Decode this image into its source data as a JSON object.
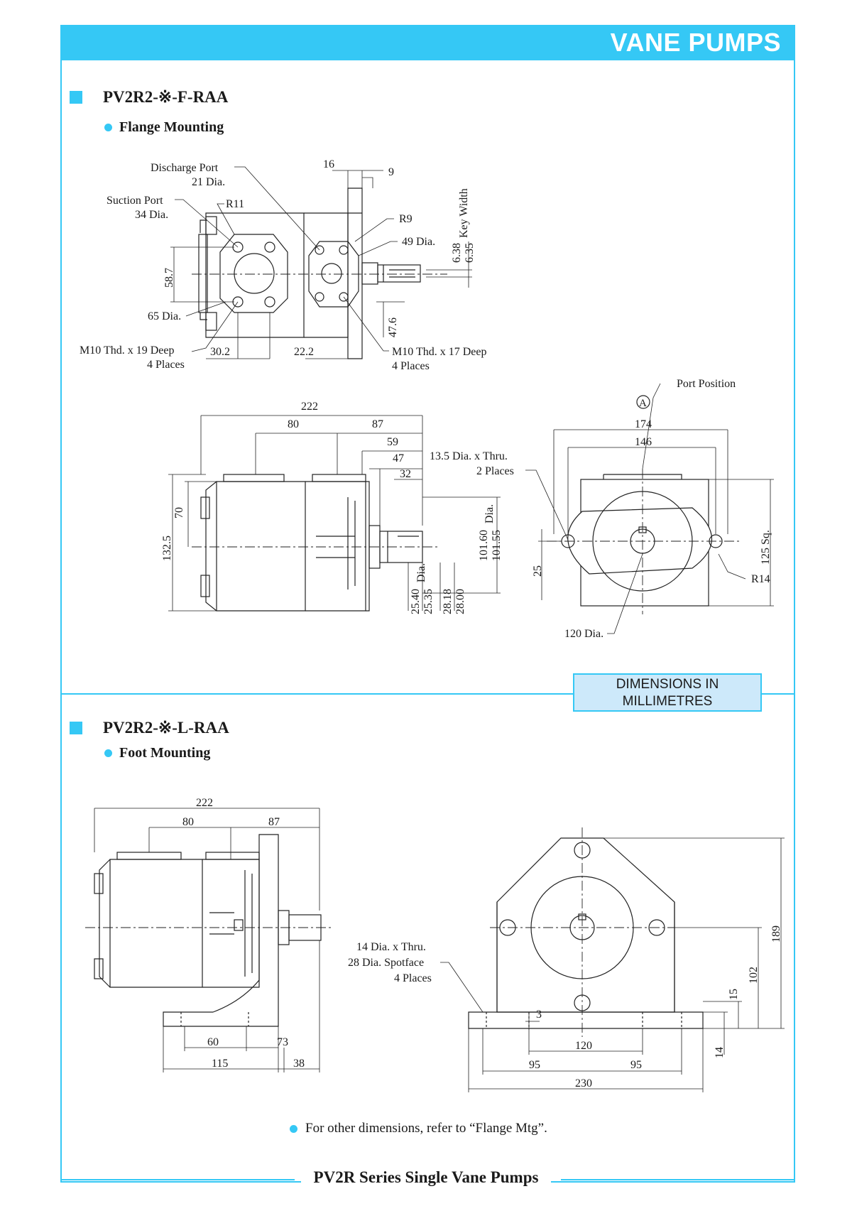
{
  "header": {
    "title": "VANE PUMPS"
  },
  "section1": {
    "title": "PV2R2-※-F-RAA",
    "subtitle": "Flange Mounting",
    "labels": {
      "discharge_port": "Discharge Port",
      "discharge_dia": "21 Dia.",
      "suction_port": "Suction Port",
      "suction_dia": "34 Dia.",
      "r11": "R11",
      "r9": "R9",
      "dia49": "49 Dia.",
      "key_width": "Key Width",
      "kw1": "6.38",
      "kw2": "6.35",
      "d16": "16",
      "d9": "9",
      "d58_7": "58.7",
      "dia65": "65 Dia.",
      "m10_19": "M10 Thd. x 19 Deep",
      "places4a": "4 Places",
      "d30_2": "30.2",
      "d22_2": "22.2",
      "d47_6": "47.6",
      "m10_17": "M10 Thd. x 17 Deep",
      "places4b": "4 Places",
      "port_position": "Port Position",
      "port_a": "A",
      "d222": "222",
      "d80": "80",
      "d87": "87",
      "d59": "59",
      "d47": "47",
      "d32": "32",
      "thru13_5": "13.5 Dia. x Thru.",
      "places2": "2 Places",
      "d70": "70",
      "d132_5": "132.5",
      "d25_40": "25.40",
      "d25_35": "25.35",
      "dia_word1": "Dia.",
      "d28_18": "28.18",
      "d28_00": "28.00",
      "d101_60": "101.60",
      "d101_55": "101.55",
      "dia_word2": "Dia.",
      "d174": "174",
      "d146": "146",
      "d25": "25",
      "sq125": "125 Sq.",
      "r14": "R14",
      "dia120": "120 Dia."
    }
  },
  "dimensions_box": {
    "line1": "DIMENSIONS IN",
    "line2": "MILLIMETRES"
  },
  "section2": {
    "title": "PV2R2-※-L-RAA",
    "subtitle": "Foot Mounting",
    "labels": {
      "d222": "222",
      "d80": "80",
      "d87": "87",
      "d60": "60",
      "d73": "73",
      "d115": "115",
      "d38": "38",
      "thru14": "14 Dia. x Thru.",
      "spot28": "28 Dia. Spotface",
      "places4": "4 Places",
      "d3": "3",
      "d120": "120",
      "d95a": "95",
      "d95b": "95",
      "d230": "230",
      "d14": "14",
      "d15": "15",
      "d102": "102",
      "d189": "189"
    }
  },
  "note": "For other dimensions, refer to “Flange Mtg”.",
  "footer": {
    "title": "PV2R Series Single Vane Pumps"
  },
  "colors": {
    "accent": "#35c8f5",
    "box_fill": "#cde9fa",
    "line": "#222222"
  }
}
